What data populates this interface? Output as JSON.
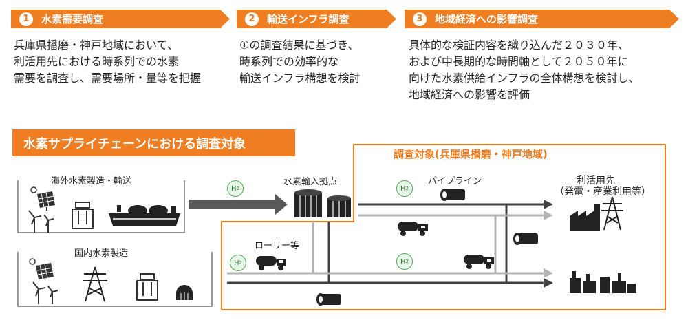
{
  "steps": [
    {
      "num": "1",
      "title": "水素需要調査",
      "lines": [
        "兵庫県播磨・神戸地域において、",
        "利活用先における時系列での水素",
        "需要を調査し、需要場所・量等を把握"
      ]
    },
    {
      "num": "2",
      "title": "輸送インフラ調査",
      "lines": [
        "①の調査結果に基づき、",
        "時系列での効率的な",
        "輸送インフラ構想を検討"
      ]
    },
    {
      "num": "3",
      "title": "地域経済への影響調査",
      "lines": [
        "具体的な検証内容を織り込んだ２０３０年、",
        "および中長期的な時間軸として２０５０年に",
        "向けた水素供給インフラの全体構想を検討し、",
        "地域経済への影響を評価"
      ]
    }
  ],
  "chain": {
    "title": "水素サプライチェーンにおける調査対象",
    "scope_label": "調査対象(兵庫県播磨・神戸地域)",
    "overseas_label": "海外水素製造・輸送",
    "domestic_label": "国内水素製造",
    "import_hub_label": "水素輸入拠点",
    "pipeline_label": "パイプライン",
    "lorry_label": "ローリー等",
    "end_use_label": "利活用先",
    "end_use_sub": "（発電・産業利用等）",
    "h2_text": "H",
    "h2_sub": "2"
  },
  "colors": {
    "accent": "#ef7d22",
    "line_dark": "#404040",
    "line_light": "#b3b3b3",
    "h2_green": "#4caf50"
  },
  "icons": [
    "solar-panel-icon",
    "wind-turbine-icon",
    "electrolyzer-icon",
    "lng-ship-icon",
    "power-tower-icon",
    "storage-tank-icon",
    "pipe-icon",
    "tank-lorry-icon",
    "factory-icon",
    "furnace-icon"
  ]
}
